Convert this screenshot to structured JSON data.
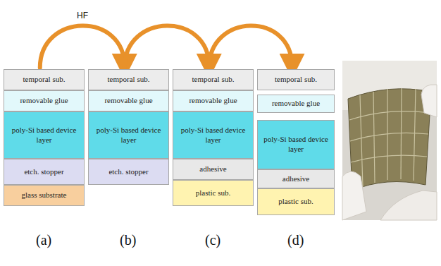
{
  "diagram": {
    "nodes": [
      {
        "text": [
          "temporal sub."
        ]
      },
      {
        "text": [
          "removable glue"
        ]
      },
      {
        "text": [
          "poly-Si based device layer"
        ]
      },
      {
        "text": [
          "etch. stopper"
        ]
      },
      {
        "text": [
          "glass substrate"
        ]
      },
      {
        "text": [
          "temporal sub."
        ]
      },
      {
        "text": [
          "removable glue"
        ]
      },
      {
        "text": [
          "poly-Si based device layer"
        ]
      },
      {
        "text": [
          "etch. stopper"
        ]
      },
      {
        "text": [
          "temporal sub."
        ]
      },
      {
        "text": [
          "removable glue"
        ]
      },
      {
        "text": [
          "poly-Si based device layer"
        ]
      },
      {
        "text": [
          "adhesive"
        ]
      },
      {
        "text": [
          "plastic sub."
        ]
      },
      {
        "text": [
          "temporal sub."
        ]
      },
      {
        "text": [
          "removable glue"
        ]
      },
      {
        "text": [
          "poly-Si based device layer"
        ]
      },
      {
        "text": [
          "adhesive"
        ]
      },
      {
        "text": [
          "plastic sub."
        ]
      }
    ],
    "edges": [
      {
        "from": 0,
        "to": 5,
        "arrow": "to",
        "label": "HF"
      },
      {
        "from": 5,
        "to": 9,
        "arrow": "to"
      },
      {
        "from": 9,
        "to": 14,
        "arrow": "to"
      }
    ],
    "labels": [
      "(a)",
      "(b)",
      "(c)",
      "(d)"
    ]
  }
}
